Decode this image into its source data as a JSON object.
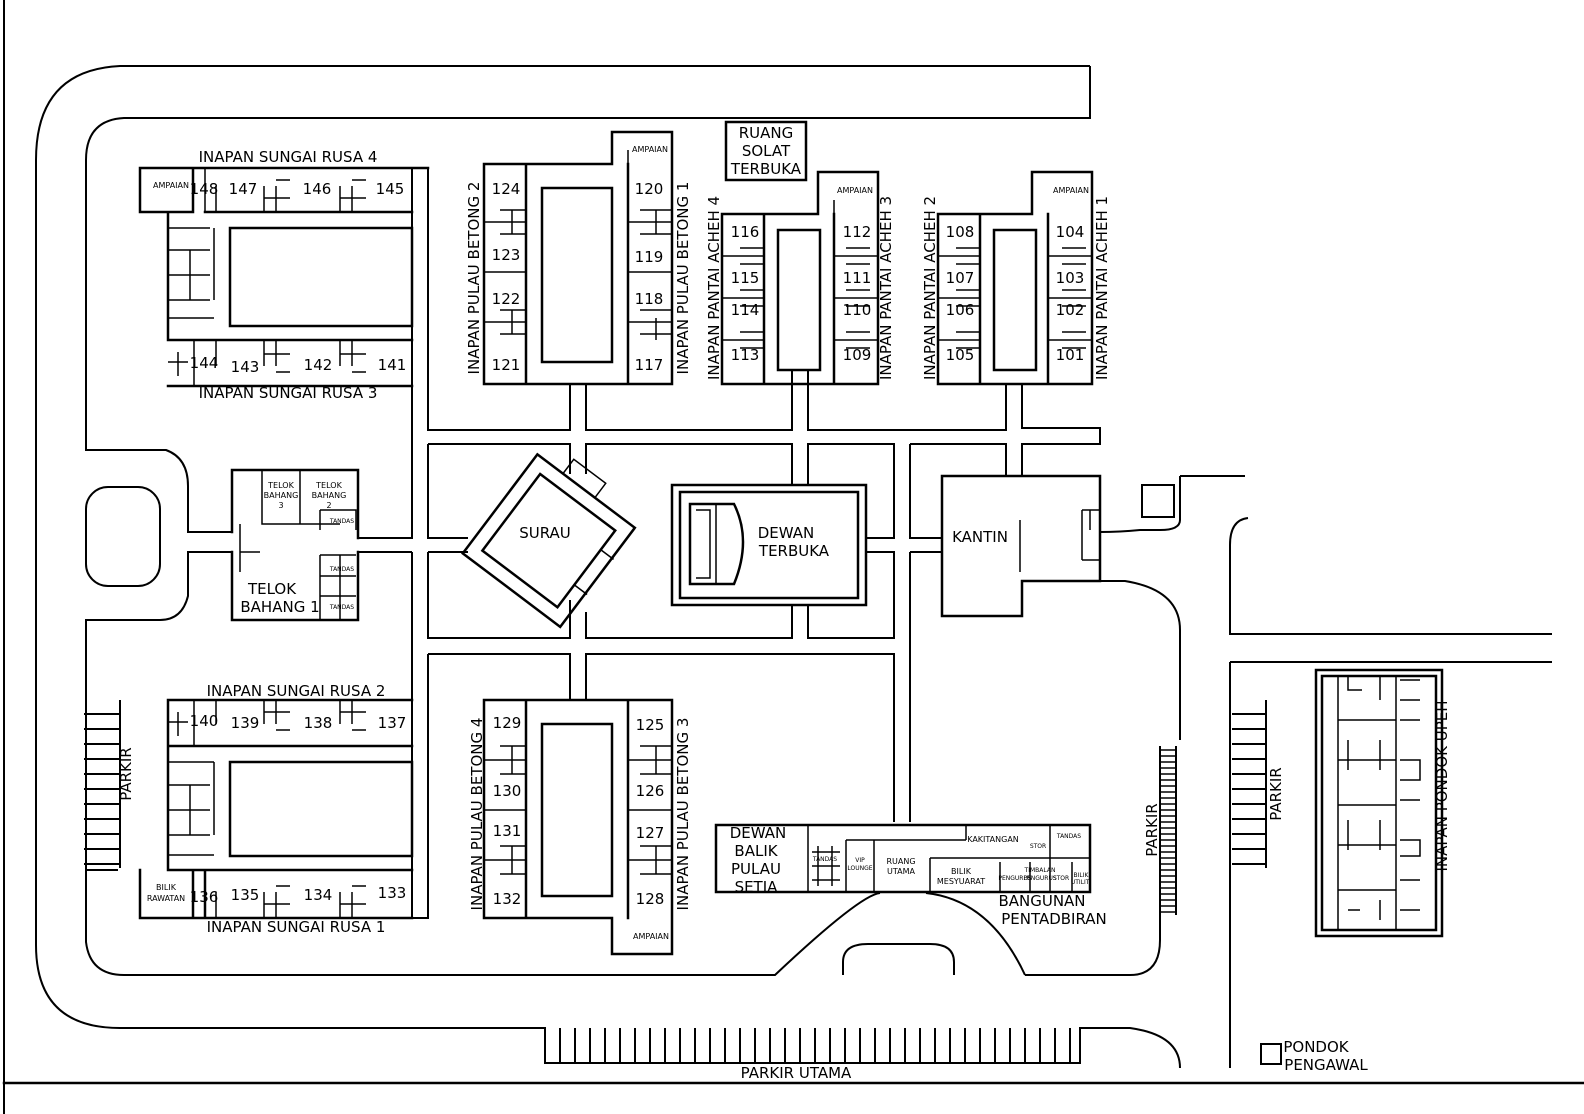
{
  "map": {
    "blocks": {
      "rusa4": "INAPAN SUNGAI RUSA 4",
      "rusa3": "INAPAN SUNGAI RUSA 3",
      "rusa2": "INAPAN SUNGAI RUSA 2",
      "rusa1": "INAPAN SUNGAI RUSA 1",
      "betong1": "INAPAN PULAU BETONG 1",
      "betong2": "INAPAN PULAU BETONG 2",
      "betong3": "INAPAN PULAU BETONG 3",
      "betong4": "INAPAN PULAU BETONG 4",
      "acheh1": "INAPAN PANTAI ACHEH 1",
      "acheh2": "INAPAN PANTAI ACHEH 2",
      "acheh3": "INAPAN PANTAI ACHEH 3",
      "acheh4": "INAPAN PANTAI ACHEH 4",
      "upeh": "INAPAN PONDOK UPEH"
    },
    "places": {
      "ruang_solat": [
        "RUANG",
        "SOLAT",
        "TERBUKA"
      ],
      "surau": "SURAU",
      "dewan_terbuka": [
        "DEWAN",
        "TERBUKA"
      ],
      "kantin": "KANTIN",
      "telok1": [
        "TELOK",
        "BAHANG 1"
      ],
      "telok3": [
        "TELOK",
        "BAHANG",
        "3"
      ],
      "telok2": [
        "TELOK",
        "BAHANG",
        "2"
      ],
      "tandas": "TANDAS",
      "dewan_balik": [
        "DEWAN",
        "BALIK",
        "PULAU",
        "SETIA"
      ],
      "bangunan": [
        "BANGUNAN",
        "PENTADBIRAN"
      ],
      "vip": [
        "VIP",
        "LOUNGE"
      ],
      "ruang_utama": [
        "RUANG",
        "UTAMA"
      ],
      "bilik_mesyuarat": [
        "BILIK",
        "MESYUARAT"
      ],
      "kakitangan": "KAKITANGAN",
      "stor": "STOR",
      "pengurus": "PENGURUS",
      "timb_pengurus": [
        "TIMBALAN",
        "PENGURUS"
      ],
      "bilik_utiliti": [
        "BILIK",
        "UTILITI"
      ],
      "bilik_rawatan": [
        "BILIK",
        "RAWATAN"
      ],
      "ampaian": "AMPAIAN",
      "parkir": "PARKIR",
      "parkir_utama": "PARKIR UTAMA",
      "pondok_pengawal": [
        "PONDOK",
        "PENGAWAL"
      ]
    },
    "rooms": {
      "rusa4": [
        "148",
        "147",
        "146",
        "145"
      ],
      "rusa3": [
        "144",
        "143",
        "142",
        "141"
      ],
      "rusa2": [
        "140",
        "139",
        "138",
        "137"
      ],
      "rusa1": [
        "136",
        "135",
        "134",
        "133"
      ],
      "betong2": [
        "124",
        "123",
        "122",
        "121"
      ],
      "betong1": [
        "120",
        "119",
        "118",
        "117"
      ],
      "betong4": [
        "129",
        "130",
        "131",
        "132"
      ],
      "betong3": [
        "125",
        "126",
        "127",
        "128"
      ],
      "acheh4": [
        "116",
        "115",
        "114",
        "113"
      ],
      "acheh3": [
        "112",
        "111",
        "110",
        "109"
      ],
      "acheh2": [
        "108",
        "107",
        "106",
        "105"
      ],
      "acheh1": [
        "104",
        "103",
        "102",
        "101"
      ]
    }
  }
}
